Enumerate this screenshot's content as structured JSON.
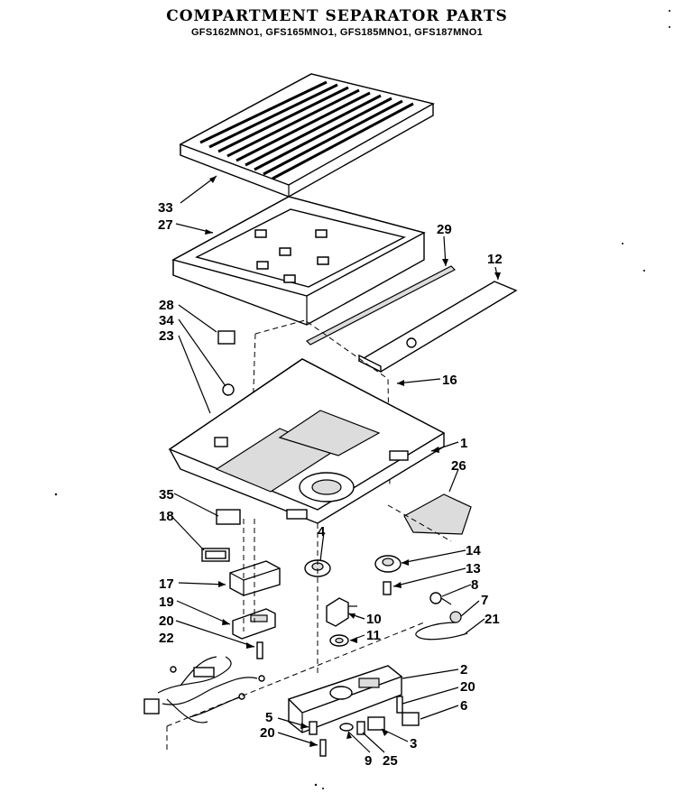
{
  "header": {
    "title": "COMPARTMENT SEPARATOR PARTS",
    "models": "GFS162MNO1, GFS165MNO1, GFS185MNO1, GFS187MNO1"
  },
  "callouts": [
    {
      "id": "c33",
      "text": "33"
    },
    {
      "id": "c27",
      "text": "27"
    },
    {
      "id": "c29",
      "text": "29"
    },
    {
      "id": "c12",
      "text": "12"
    },
    {
      "id": "c28",
      "text": "28"
    },
    {
      "id": "c34",
      "text": "34"
    },
    {
      "id": "c23",
      "text": "23"
    },
    {
      "id": "c16",
      "text": "16"
    },
    {
      "id": "c1",
      "text": "1"
    },
    {
      "id": "c26",
      "text": "26"
    },
    {
      "id": "c35",
      "text": "35"
    },
    {
      "id": "c18",
      "text": "18"
    },
    {
      "id": "c4",
      "text": "4"
    },
    {
      "id": "c14",
      "text": "14"
    },
    {
      "id": "c13",
      "text": "13"
    },
    {
      "id": "c17",
      "text": "17"
    },
    {
      "id": "c8",
      "text": "8"
    },
    {
      "id": "c7",
      "text": "7"
    },
    {
      "id": "c19",
      "text": "19"
    },
    {
      "id": "c10",
      "text": "10"
    },
    {
      "id": "c21",
      "text": "21"
    },
    {
      "id": "c20a",
      "text": "20"
    },
    {
      "id": "c11",
      "text": "11"
    },
    {
      "id": "c22",
      "text": "22"
    },
    {
      "id": "c2",
      "text": "2"
    },
    {
      "id": "c20b",
      "text": "20"
    },
    {
      "id": "c6",
      "text": "6"
    },
    {
      "id": "c5",
      "text": "5"
    },
    {
      "id": "c20c",
      "text": "20"
    },
    {
      "id": "c3",
      "text": "3"
    },
    {
      "id": "c9",
      "text": "9"
    },
    {
      "id": "c25",
      "text": "25"
    }
  ]
}
